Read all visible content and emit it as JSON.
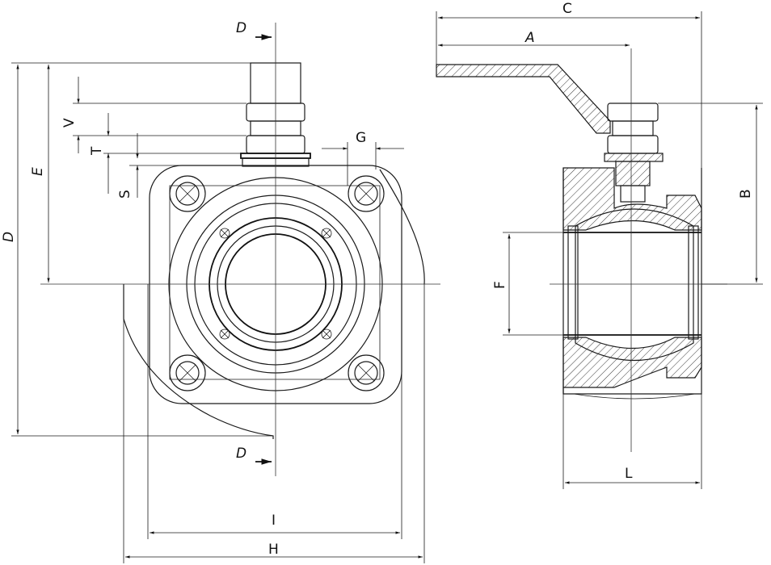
{
  "labels": {
    "C": "C",
    "A": "A",
    "B": "B",
    "F": "F",
    "L": "L",
    "D_top": "D",
    "D_bottom": "D",
    "D_vertical": "D",
    "E": "E",
    "V": "V",
    "T": "T",
    "S": "S",
    "G": "G",
    "I": "I",
    "H": "H"
  }
}
